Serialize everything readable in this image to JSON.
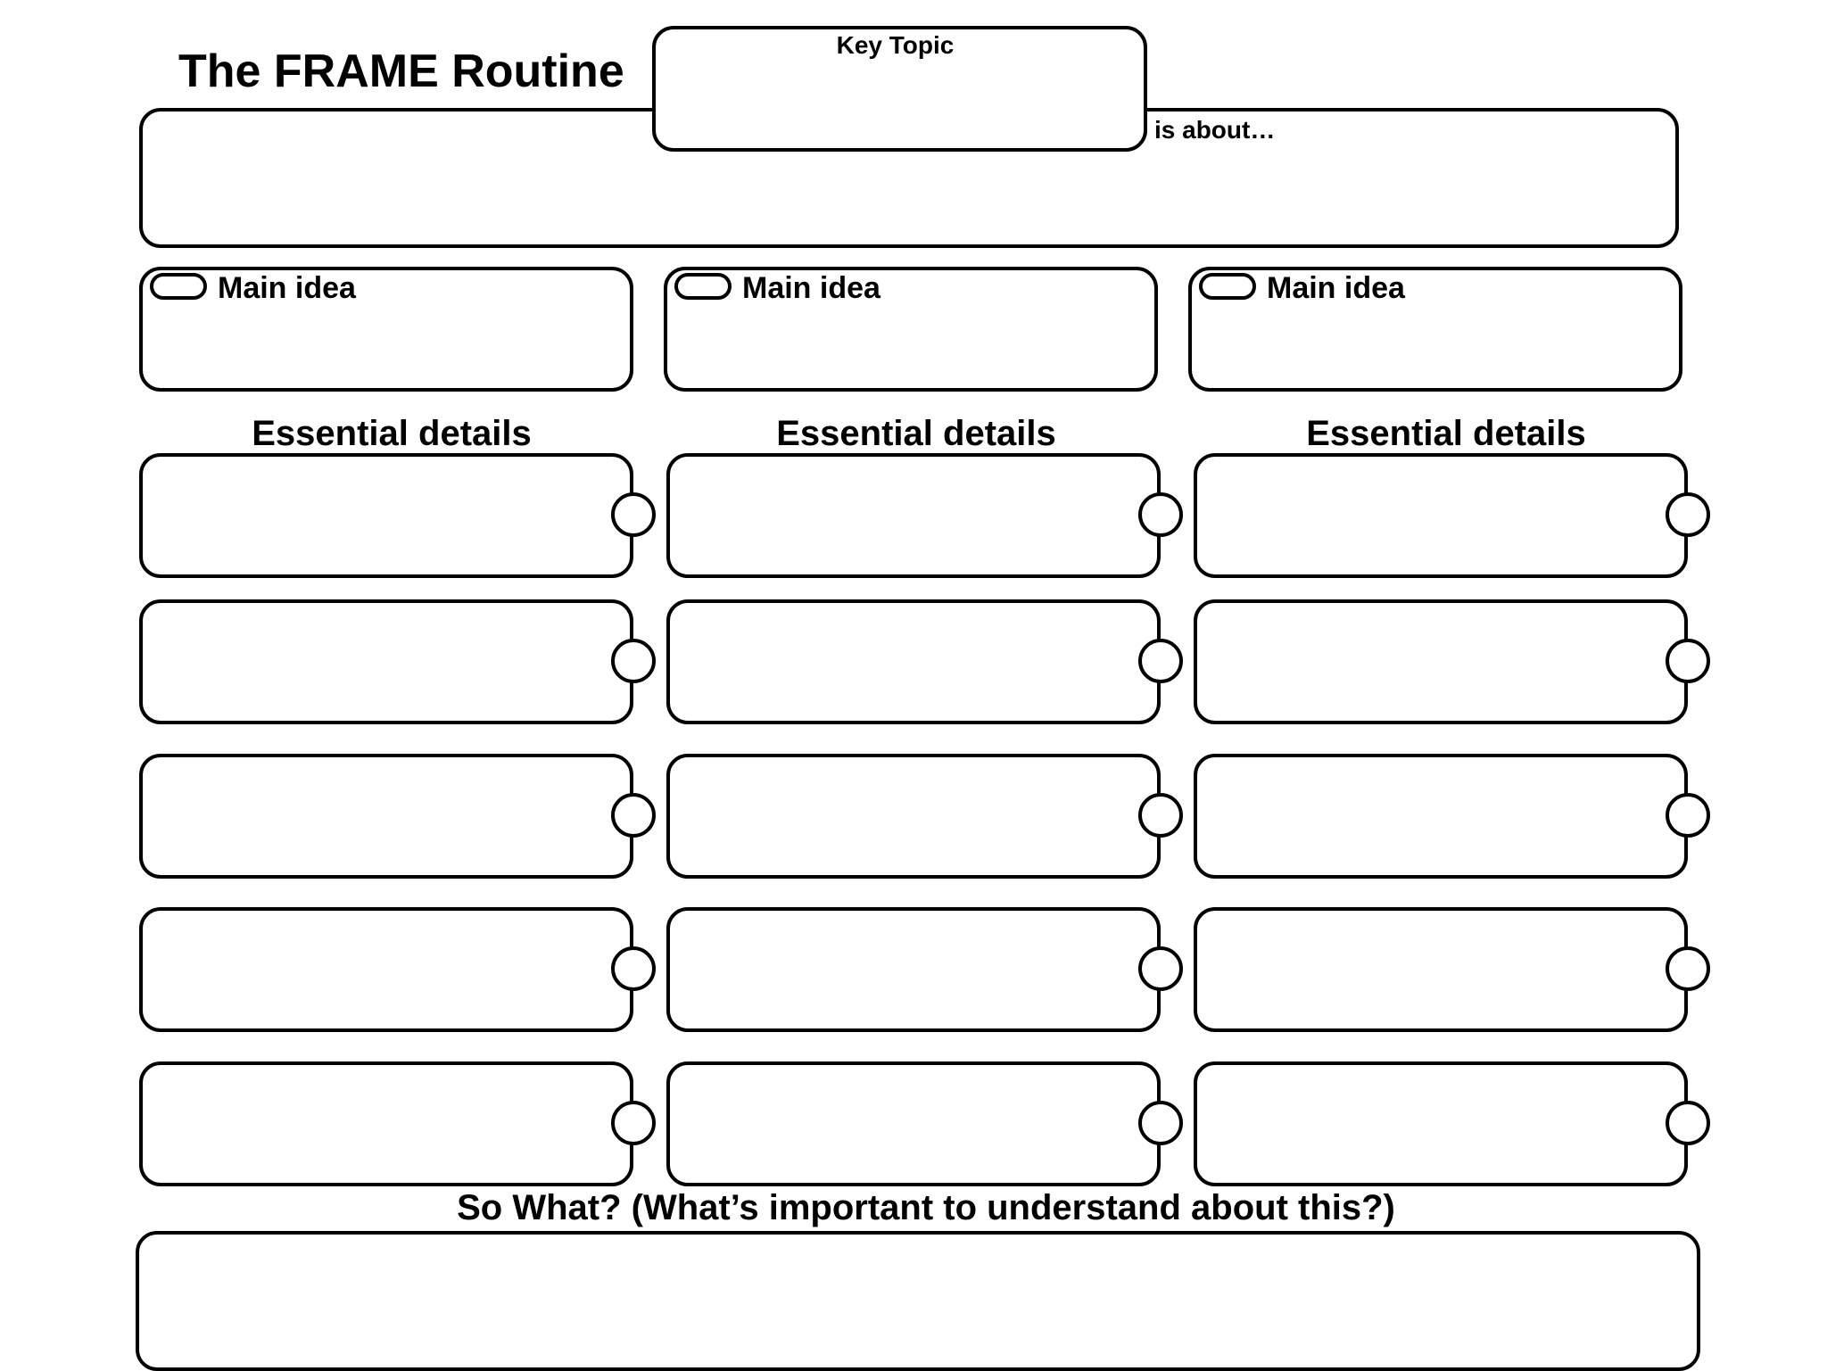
{
  "title": "The FRAME Routine",
  "key_topic": {
    "label": "Key Topic",
    "value": ""
  },
  "is_about": {
    "label": "is about…",
    "value": ""
  },
  "main_ideas": [
    {
      "label": "Main idea",
      "value": "",
      "details_heading": "Essential details",
      "details": [
        "",
        "",
        "",
        "",
        ""
      ]
    },
    {
      "label": "Main idea",
      "value": "",
      "details_heading": "Essential details",
      "details": [
        "",
        "",
        "",
        "",
        ""
      ]
    },
    {
      "label": "Main idea",
      "value": "",
      "details_heading": "Essential details",
      "details": [
        "",
        "",
        "",
        "",
        ""
      ]
    }
  ],
  "so_what": {
    "label": "So What? (What’s important to understand about this?)",
    "value": ""
  },
  "colors": {
    "stroke": "#000000",
    "background": "#ffffff"
  }
}
